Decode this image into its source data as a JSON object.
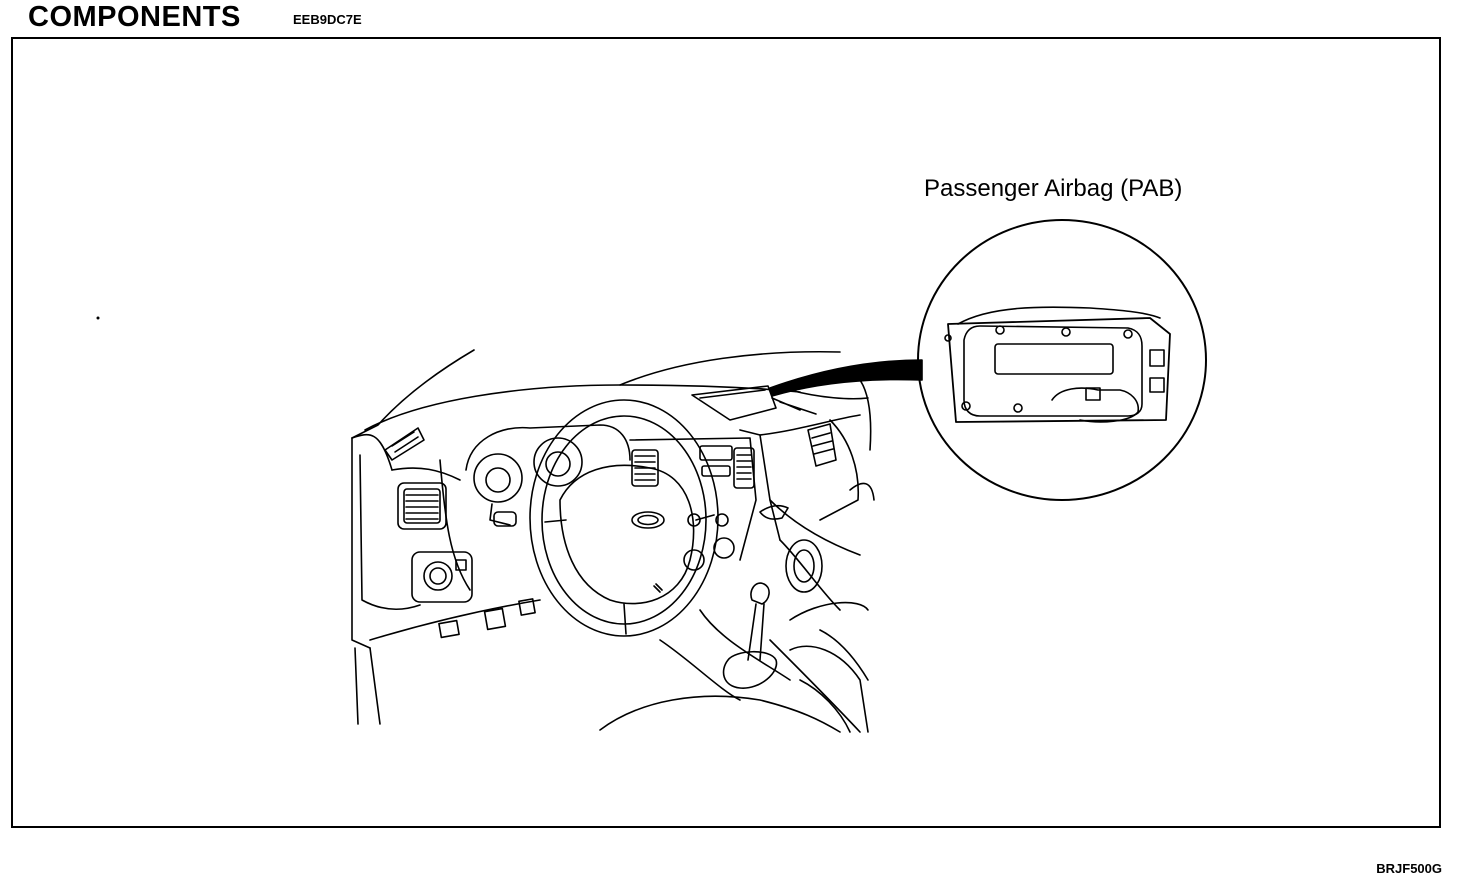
{
  "header": {
    "title": "COMPONENTS",
    "code": "EEB9DC7E"
  },
  "diagram": {
    "callout_label": "Passenger Airbag (PAB)"
  },
  "footer": {
    "figure_id": "BRJF500G"
  }
}
